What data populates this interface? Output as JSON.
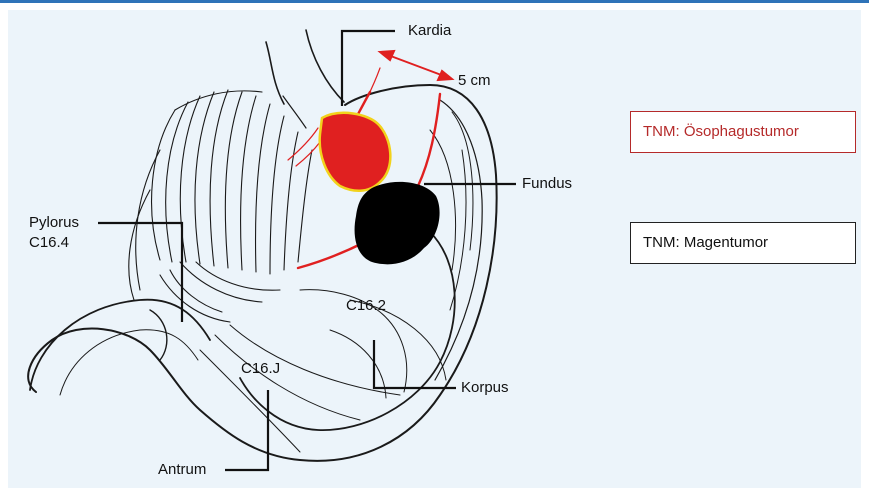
{
  "labels": {
    "kardia": "Kardia",
    "distance": "5 cm",
    "fundus": "Fundus",
    "pylorus_line1": "Pylorus",
    "pylorus_line2": "C16.4",
    "c162": "C16.2",
    "c16j": "C16.J",
    "korpus": "Korpus",
    "antrum": "Antrum"
  },
  "boxes": {
    "oesophagus": "TNM: Ösophagustumor",
    "magen": "TNM: Magentumor"
  },
  "colors": {
    "frame_top_rule": "#2e73b8",
    "panel_background": "#ecf4fa",
    "esophageal_tumor_fill": "#e02020",
    "esophageal_tumor_outline": "#f2d21b",
    "gastric_tumor_fill": "#000000",
    "boundary_line": "#e02020",
    "oesophagus_box_text": "#b52a2a"
  }
}
